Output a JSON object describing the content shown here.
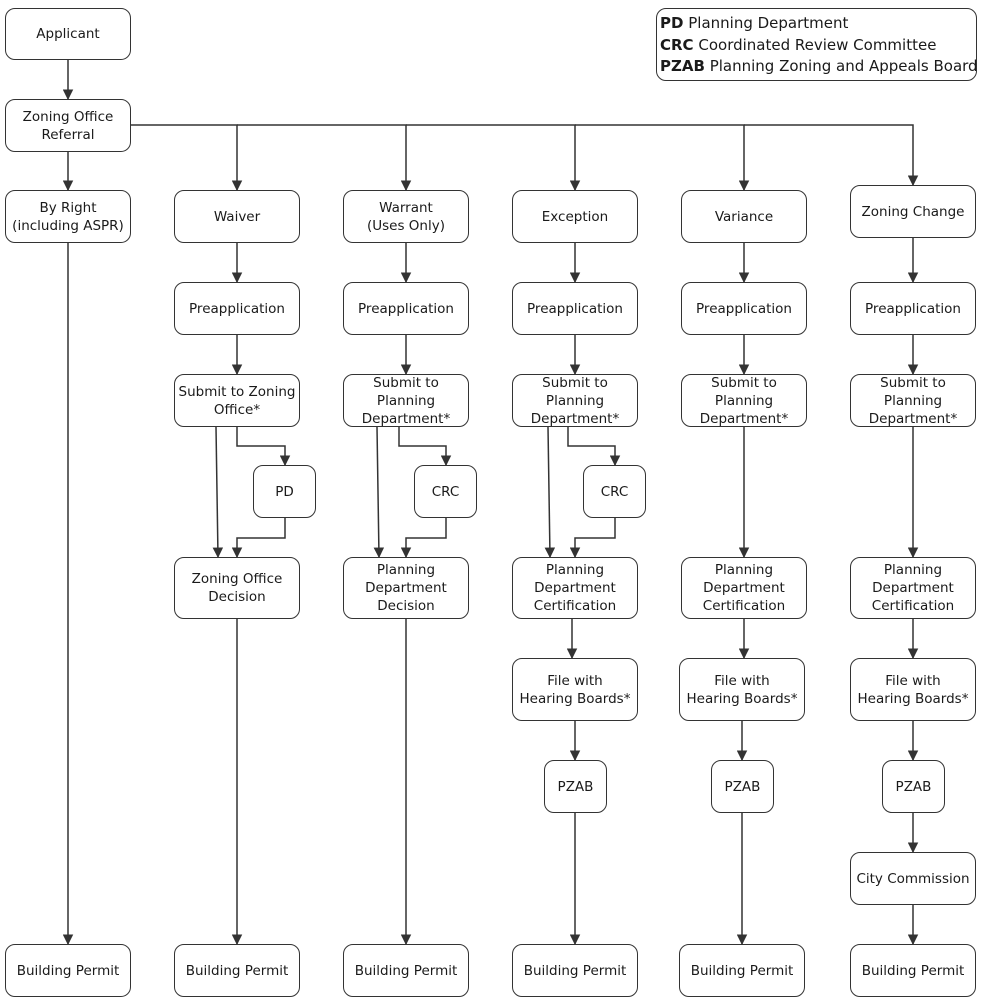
{
  "legend": [
    {
      "abbr": "PD",
      "text": "Planning Department"
    },
    {
      "abbr": "CRC",
      "text": "Coordinated Review Committee"
    },
    {
      "abbr": "PZAB",
      "text": "Planning Zoning and Appeals Board I"
    }
  ],
  "nodes": {
    "applicant": "Applicant",
    "referral": "Zoning Office\nReferral",
    "byright": "By Right\n(including ASPR)",
    "waiver": "Waiver",
    "warrant": "Warrant\n(Uses Only)",
    "exception": "Exception",
    "variance": "Variance",
    "zoningchange": "Zoning Change",
    "pre1": "Preapplication",
    "pre2": "Preapplication",
    "pre3": "Preapplication",
    "pre4": "Preapplication",
    "pre5": "Preapplication",
    "sub1": "Submit to Zoning\nOffice*",
    "sub2": "Submit to Planning\nDepartment*",
    "sub3": "Submit to Planning\nDepartment*",
    "sub4": "Submit to Planning\nDepartment*",
    "sub5": "Submit to Planning\nDepartment*",
    "pd": "PD",
    "crc1": "CRC",
    "crc2": "CRC",
    "zod": "Zoning Office\nDecision",
    "pdd": "Planning\nDepartment\nDecision",
    "cert3": "Planning\nDepartment\nCertification",
    "cert4": "Planning\nDepartment\nCertification",
    "cert5": "Planning\nDepartment\nCertification",
    "file3": "File with\nHearing Boards*",
    "file4": "File with\nHearing Boards*",
    "file5": "File with\nHearing Boards*",
    "pzab3": "PZAB",
    "pzab4": "PZAB",
    "pzab5": "PZAB",
    "citycomm": "City Commission",
    "bp0": "Building Permit",
    "bp1": "Building Permit",
    "bp2": "Building Permit",
    "bp3": "Building Permit",
    "bp4": "Building Permit",
    "bp5": "Building Permit"
  }
}
